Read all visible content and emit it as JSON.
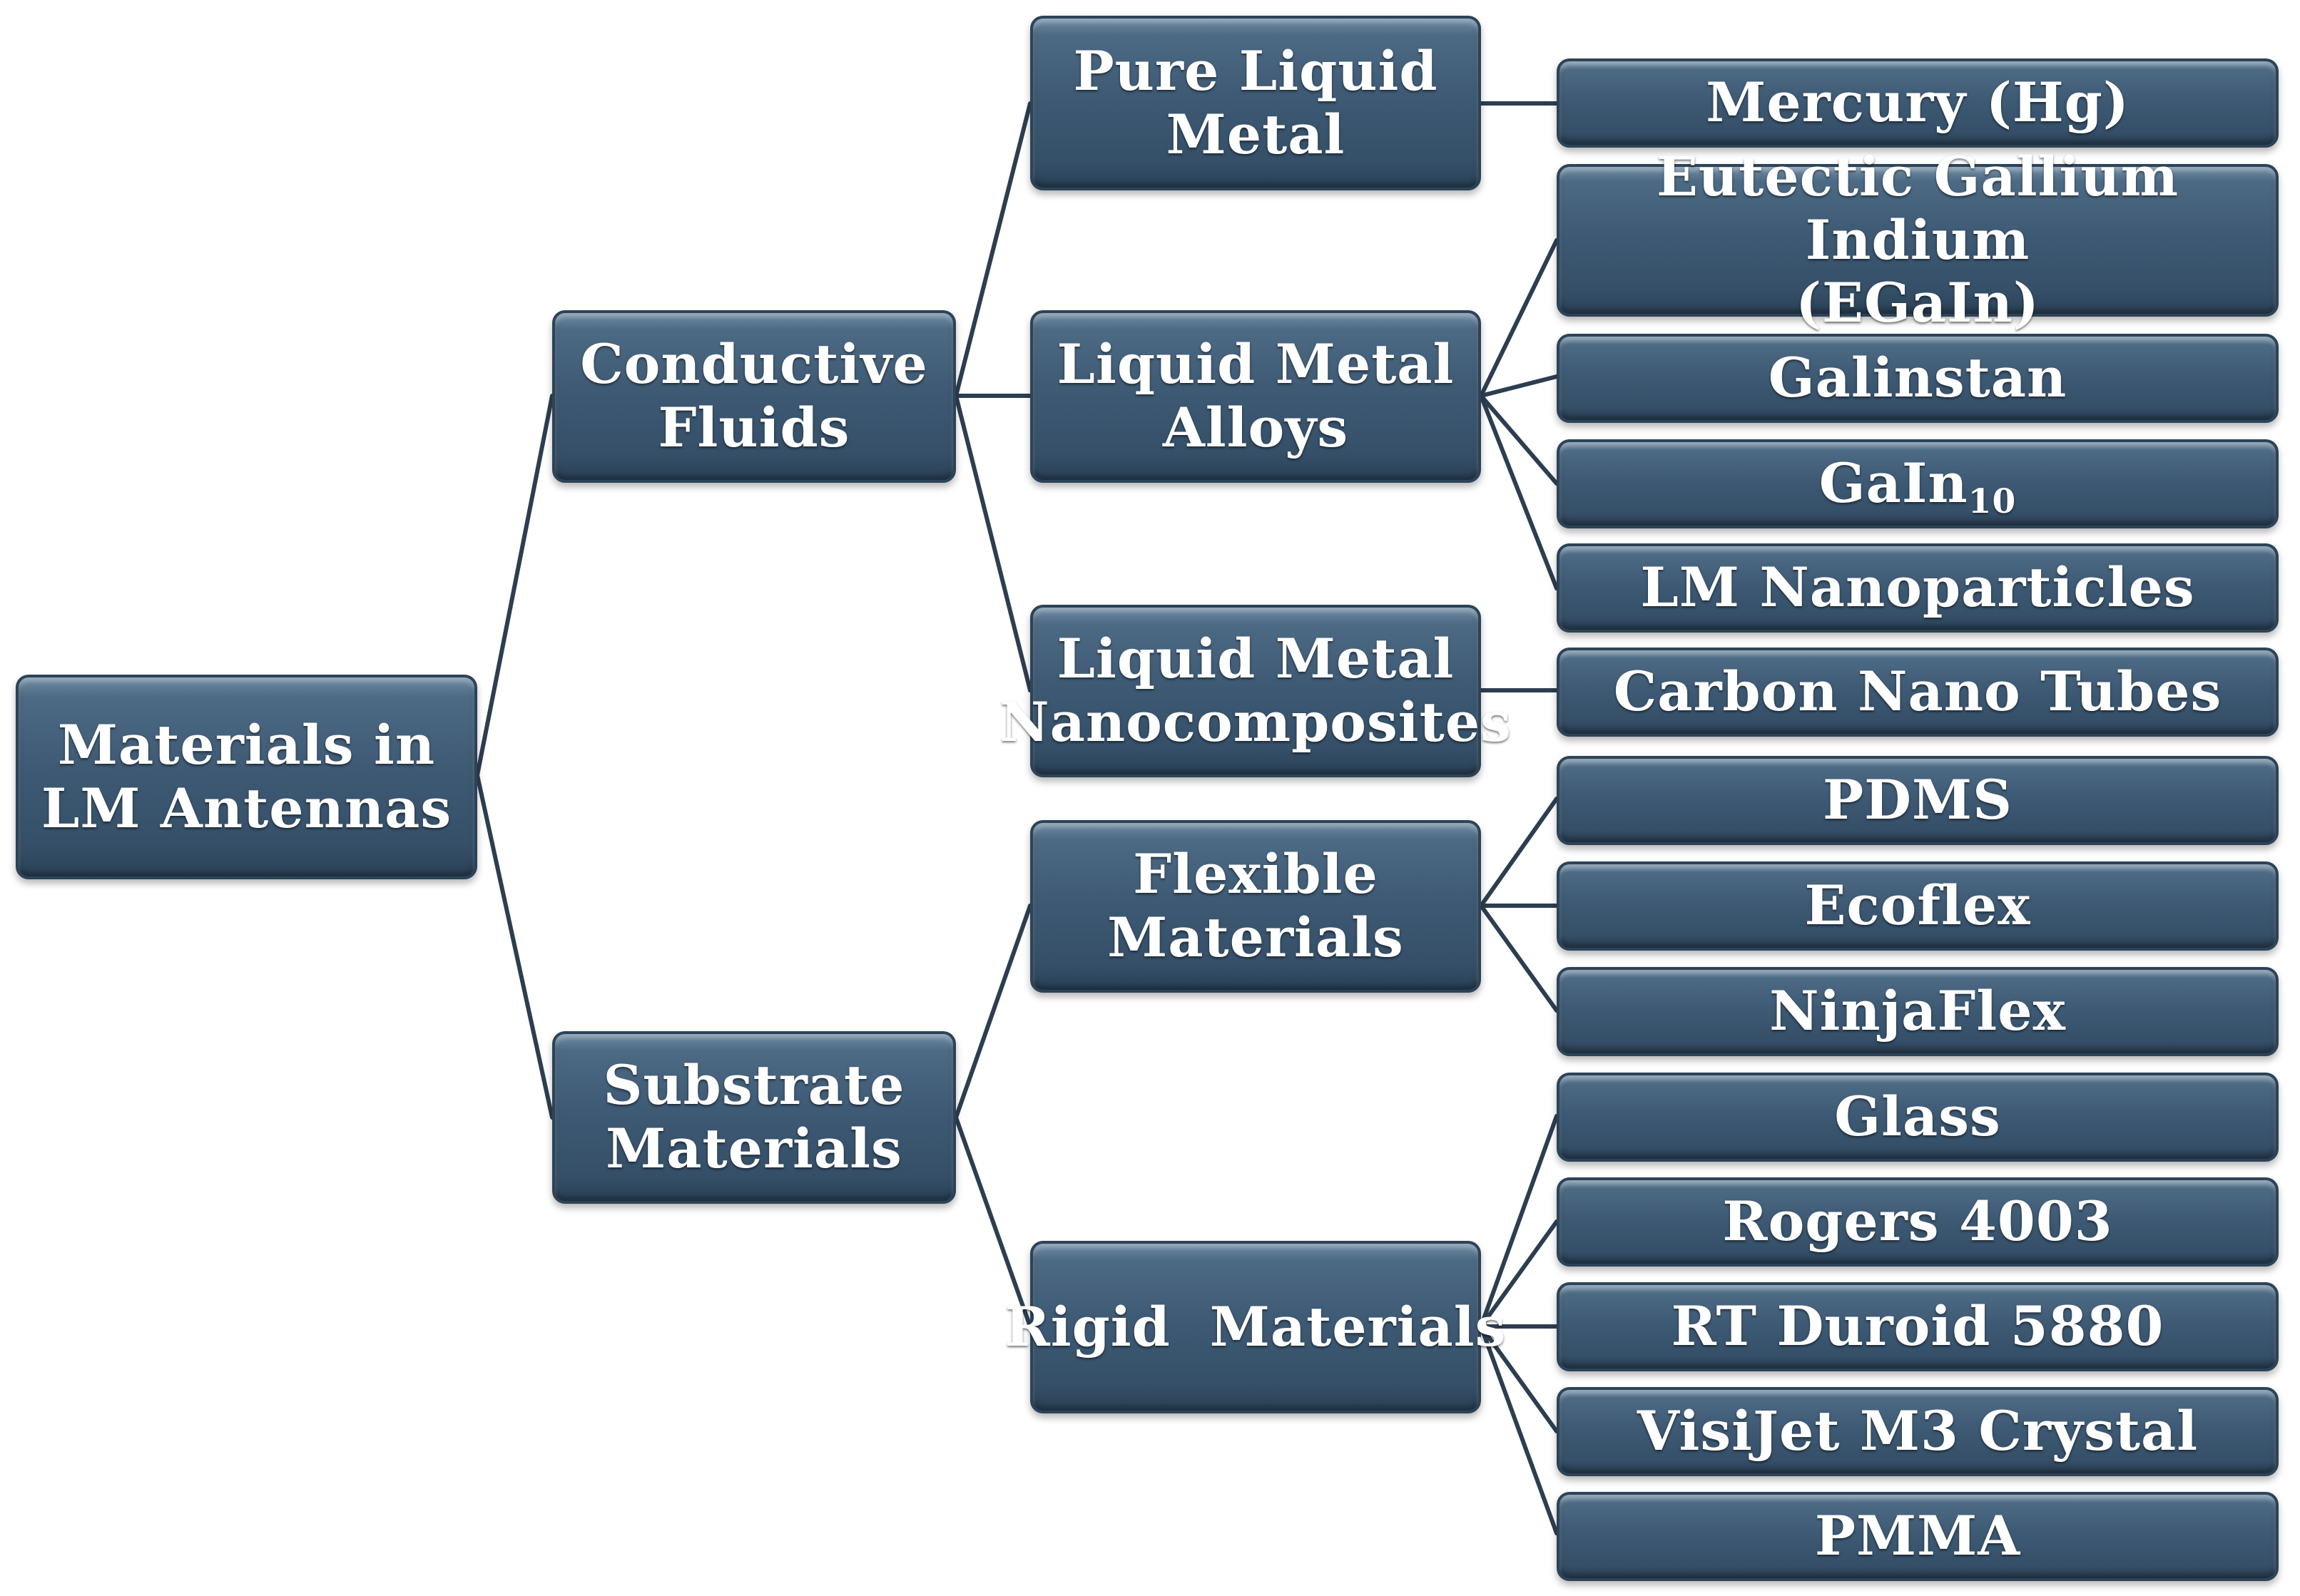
{
  "root": {
    "line1": "Materials in",
    "line2": "LM Antennas"
  },
  "level1": {
    "conductive": {
      "line1": "Conductive",
      "line2": "Fluids"
    },
    "substrate": {
      "line1": "Substrate",
      "line2": "Materials"
    }
  },
  "level2": {
    "pure": {
      "line1": "Pure Liquid",
      "line2": "Metal"
    },
    "alloys": {
      "line1": "Liquid Metal",
      "line2": "Alloys"
    },
    "nanocomposites": {
      "line1": "Liquid Metal",
      "line2": "Nanocomposites"
    },
    "flexible": {
      "line1": "Flexible",
      "line2": "Materials"
    },
    "rigid": {
      "label": "Rigid  Materials"
    }
  },
  "leaves": {
    "mercury": "Mercury (Hg)",
    "egain_line1": "Eutectic Gallium Indium",
    "egain_line2": "(EGaIn)",
    "galinstan": "Galinstan",
    "gain10_base": "GaIn",
    "gain10_sub": "10",
    "lm_nanoparticles": "LM Nanoparticles",
    "carbon_nano_tubes": "Carbon Nano Tubes",
    "pdms": "PDMS",
    "ecoflex": "Ecoflex",
    "ninjaflex": "NinjaFlex",
    "glass": "Glass",
    "rogers": "Rogers 4003",
    "rt_duroid": "RT Duroid 5880",
    "visijet": "VisiJet M3 Crystal",
    "pmma": "PMMA"
  },
  "colors": {
    "box": "#3e5a74",
    "connector": "#2c3e50"
  }
}
